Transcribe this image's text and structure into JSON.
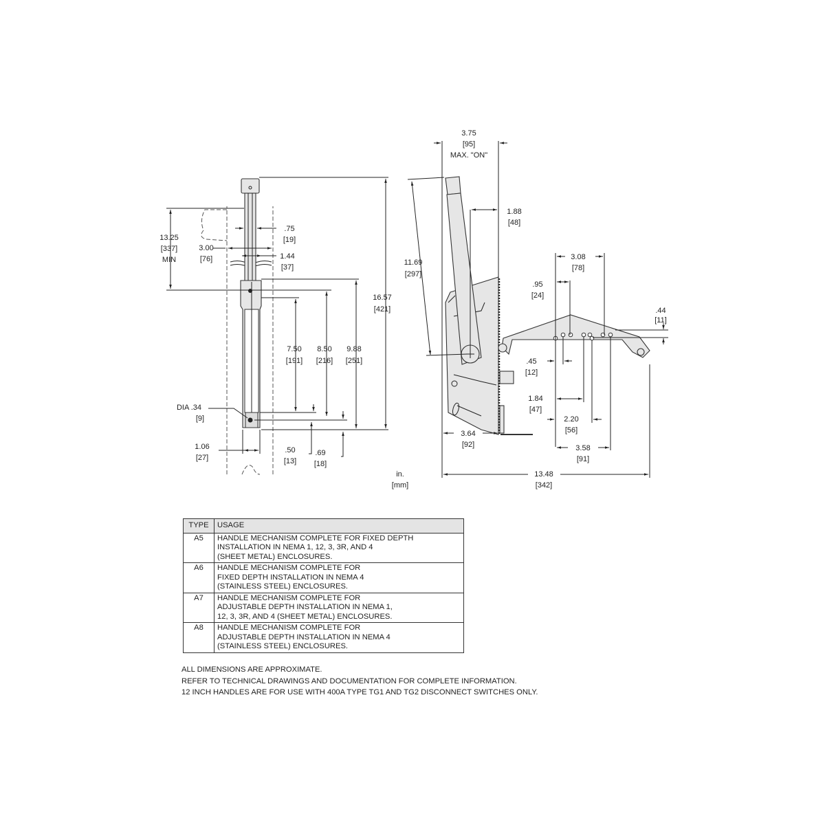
{
  "left_view": {
    "d1325": {
      "a": "13.25",
      "b": "[337]",
      "c": "MIN"
    },
    "d300": {
      "a": "3.00",
      "b": "[76]"
    },
    "d075": {
      "a": ".75",
      "b": "[19]"
    },
    "d144": {
      "a": "1.44",
      "b": "[37]"
    },
    "d750": {
      "a": "7.50",
      "b": "[191]"
    },
    "d850": {
      "a": "8.50",
      "b": "[216]"
    },
    "d988": {
      "a": "9.88",
      "b": "[251]"
    },
    "d1657": {
      "a": "16.57",
      "b": "[421]"
    },
    "dia": {
      "a": "DIA .34",
      "b": "[9]"
    },
    "d106": {
      "a": "1.06",
      "b": "[27]"
    },
    "d050": {
      "a": ".50",
      "b": "[13]"
    },
    "d069": {
      "a": ".69",
      "b": "[18]"
    }
  },
  "units": {
    "a": "in.",
    "b": "[mm]"
  },
  "right_view": {
    "d375": {
      "a": "3.75",
      "b": "[95]",
      "c": "MAX. \"ON\""
    },
    "d188": {
      "a": "1.88",
      "b": "[48]"
    },
    "d1169": {
      "a": "11.69",
      "b": "[297]"
    },
    "d308": {
      "a": "3.08",
      "b": "[78]"
    },
    "d095": {
      "a": ".95",
      "b": "[24]"
    },
    "d044": {
      "a": ".44",
      "b": "[11]"
    },
    "d045": {
      "a": ".45",
      "b": "[12]"
    },
    "d184": {
      "a": "1.84",
      "b": "[47]"
    },
    "d220": {
      "a": "2.20",
      "b": "[56]"
    },
    "d364": {
      "a": "3.64",
      "b": "[92]"
    },
    "d358": {
      "a": "3.58",
      "b": "[91]"
    },
    "d1348": {
      "a": "13.48",
      "b": "[342]"
    }
  },
  "table": {
    "headers": {
      "type": "TYPE",
      "usage": "USAGE"
    },
    "rows": [
      {
        "type": "A5",
        "lines": [
          "HANDLE MECHANISM COMPLETE FOR FIXED DEPTH",
          "INSTALLATION IN NEMA 1, 12, 3, 3R, AND 4",
          "(SHEET METAL) ENCLOSURES."
        ]
      },
      {
        "type": "A6",
        "lines": [
          "HANDLE MECHANISM COMPLETE FOR",
          "FIXED DEPTH INSTALLATION IN NEMA 4",
          "(STAINLESS STEEL) ENCLOSURES."
        ]
      },
      {
        "type": "A7",
        "lines": [
          "HANDLE MECHANISM COMPLETE FOR",
          "ADJUSTABLE DEPTH INSTALLATION IN NEMA 1,",
          "12, 3, 3R, AND 4 (SHEET METAL) ENCLOSURES."
        ]
      },
      {
        "type": "A8",
        "lines": [
          "HANDLE MECHANISM COMPLETE FOR",
          "ADJUSTABLE DEPTH INSTALLATION IN NEMA 4",
          "(STAINLESS STEEL) ENCLOSURES."
        ]
      }
    ]
  },
  "notes": [
    "ALL DIMENSIONS ARE APPROXIMATE.",
    "REFER TO TECHNICAL DRAWINGS AND DOCUMENTATION FOR COMPLETE INFORMATION.",
    "12 INCH HANDLES ARE FOR USE WITH 400A TYPE TG1 AND TG2 DISCONNECT SWITCHES ONLY."
  ]
}
